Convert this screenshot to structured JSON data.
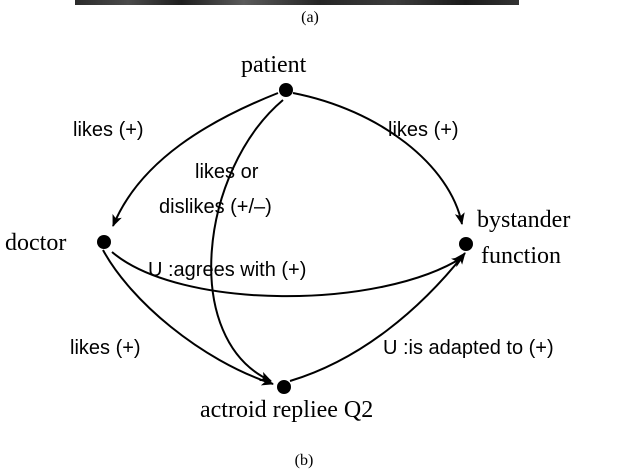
{
  "captions": {
    "top": "(a)",
    "bottom": "(b)"
  },
  "nodes": {
    "patient": "patient",
    "doctor": "doctor",
    "bystander_line1": "bystander",
    "bystander_line2": "function",
    "repliee": "actroid repliee Q2"
  },
  "edges": {
    "patient_doctor": "likes (+)",
    "patient_bystander": "likes (+)",
    "patient_repliee_line1": "likes or",
    "patient_repliee_line2": "dislikes (+/–)",
    "doctor_bystander": "U :agrees with (+)",
    "doctor_repliee": "likes (+)",
    "repliee_bystander": "U :is adapted to (+)"
  }
}
